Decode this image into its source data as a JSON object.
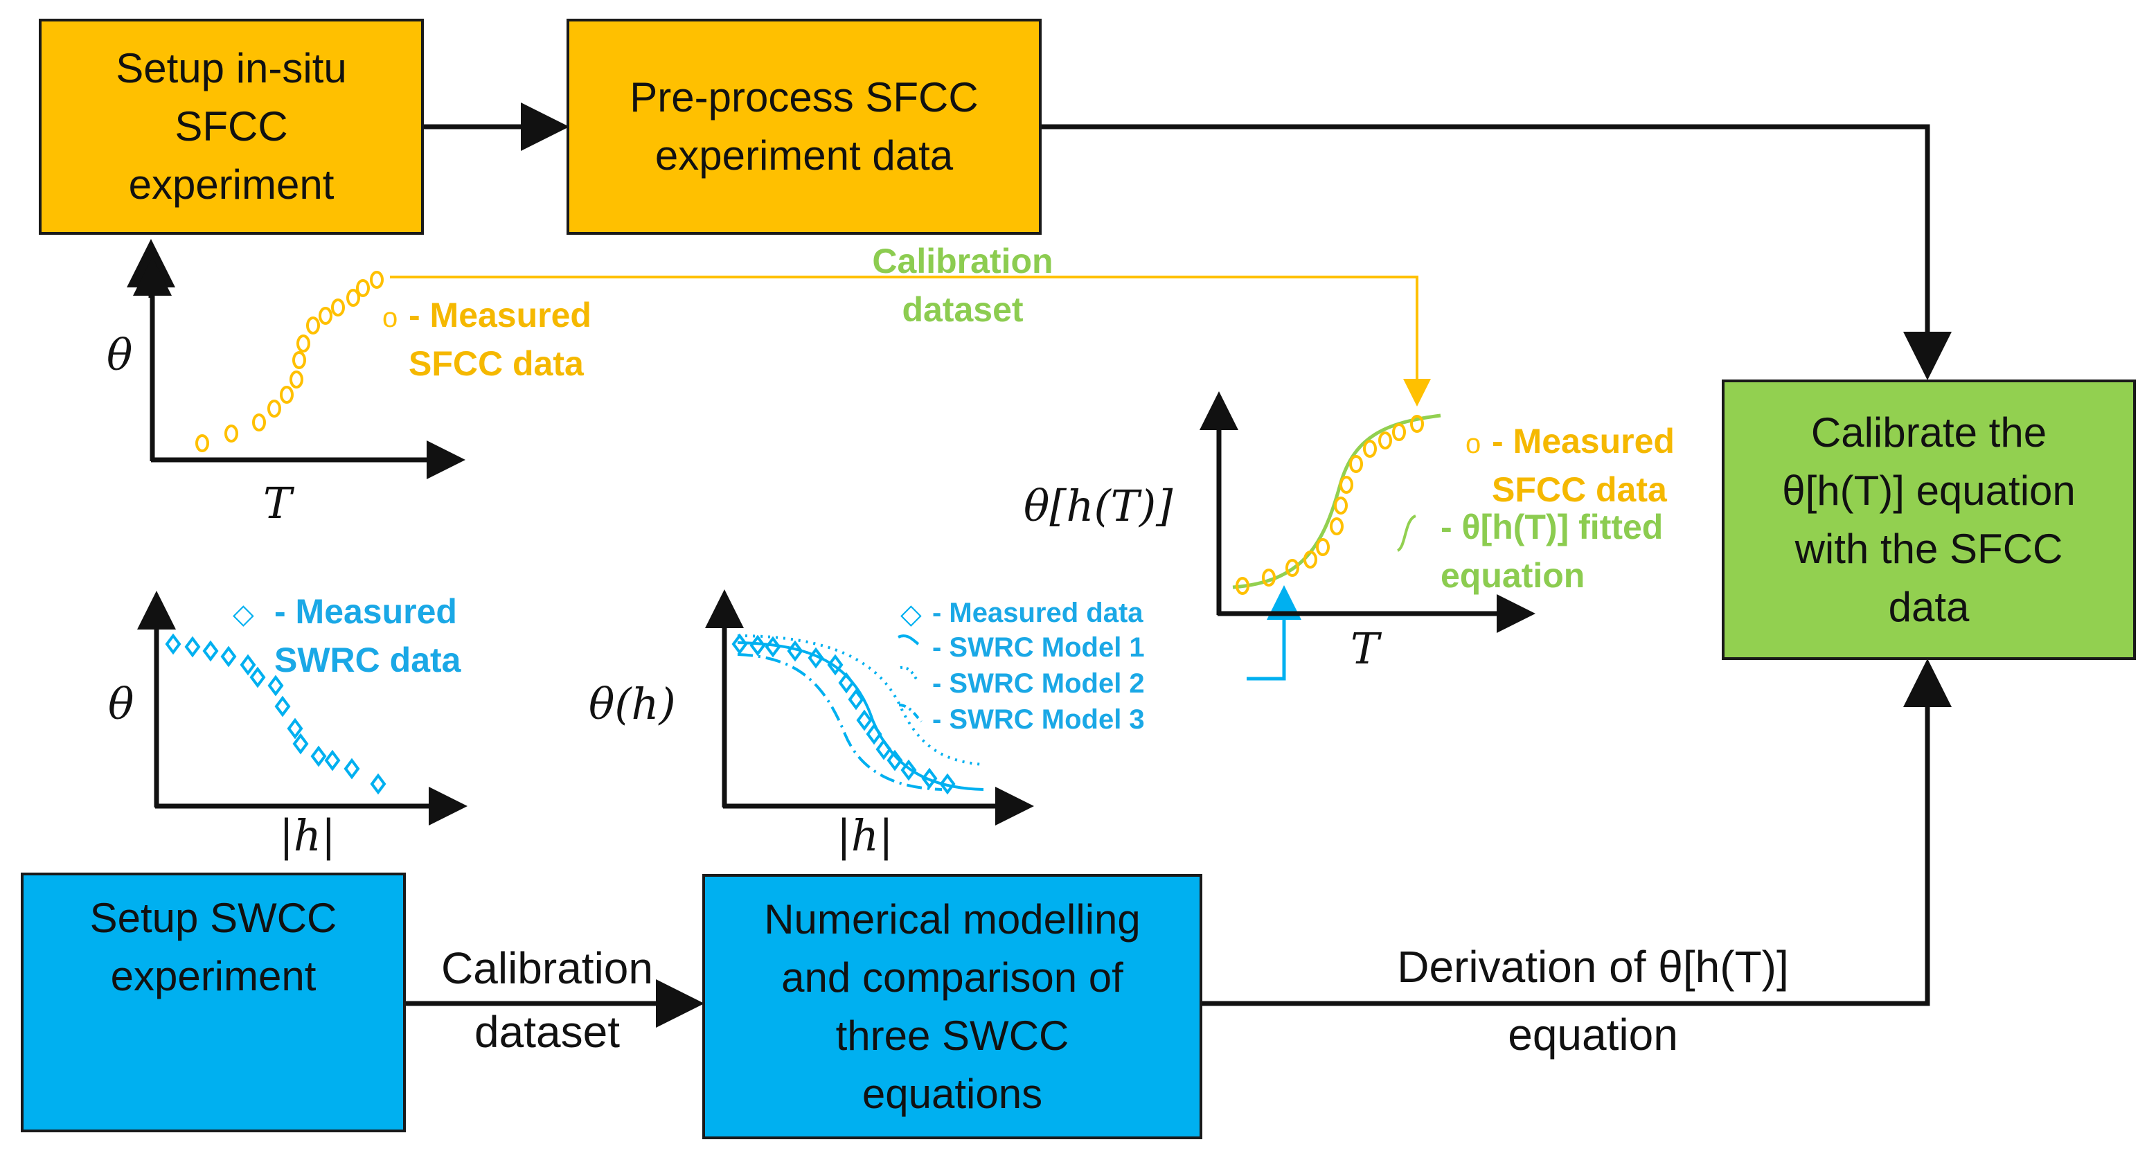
{
  "colors": {
    "orange": "#ffc000",
    "blue": "#00b0f0",
    "green": "#92d050",
    "line": "#111111",
    "green_text": "#8ccc50",
    "orange_text": "#f5b800",
    "blue_text": "#1aa8e6"
  },
  "boxes": {
    "setup_sfcc": "Setup in-situ\nSFCC\nexperiment",
    "preprocess": "Pre-process SFCC\nexperiment data",
    "calibrate": "Calibrate the\nθ[h(T)] equation\nwith the SFCC\ndata",
    "setup_swcc": "Setup SWCC\nexperiment",
    "numerical": "Numerical modelling\nand comparison of\nthree SWCC\nequations"
  },
  "labels": {
    "calibration_dataset_top": "Calibration\ndataset",
    "calibration_dataset_bottom": "Calibration\ndataset",
    "derivation_line1": "Derivation of θ[h(T)]",
    "derivation_line2": "equation"
  },
  "plots": {
    "sfcc": {
      "y_label": "θ",
      "x_label": "T",
      "legend_marker": "o",
      "legend": "- Measured\nSFCC data"
    },
    "swrc": {
      "y_label": "θ",
      "x_label": "|h|",
      "legend_marker": "◇",
      "legend": "- Measured\nSWRC data"
    },
    "models": {
      "y_label": "θ(h)",
      "x_label": "|h|",
      "legend": [
        "- Measured data",
        "- SWRC Model 1",
        "- SWRC Model 2",
        "- SWRC Model 3"
      ]
    },
    "fitted": {
      "y_label": "θ[h(T)]",
      "x_label": "T",
      "legend_measured_marker": "o",
      "legend_measured": "- Measured\nSFCC data",
      "legend_fitted": "- θ[h(T)] fitted\nequation"
    }
  }
}
